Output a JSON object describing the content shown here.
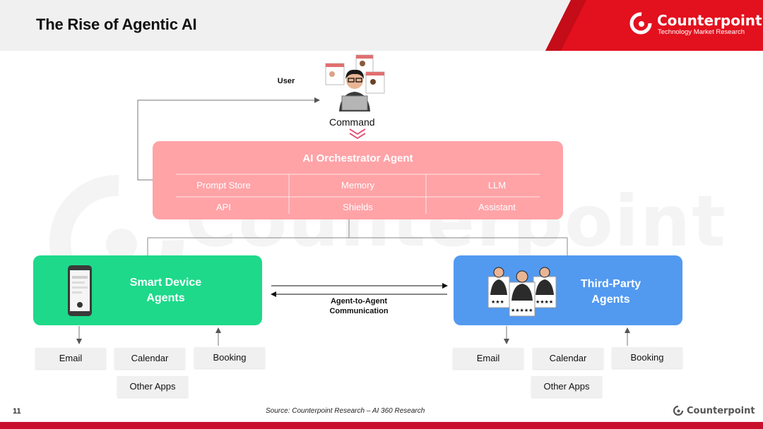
{
  "header": {
    "title": "The Rise of Agentic AI",
    "brand_name": "Counterpoint",
    "brand_tagline": "Technology Market Research",
    "brand_color": "#e3101e"
  },
  "watermark_text": "Counterpoint",
  "user_label": "User",
  "command_label": "Command",
  "orchestrator": {
    "title": "AI Orchestrator Agent",
    "color": "#ffa3a7",
    "cells": [
      [
        "Prompt Store",
        "Memory",
        "LLM"
      ],
      [
        "API",
        "Shields",
        "Assistant"
      ]
    ]
  },
  "smart_device": {
    "label_line1": "Smart Device",
    "label_line2": "Agents",
    "color": "#1ed98a",
    "apps": [
      "Email",
      "Calendar",
      "Booking",
      "Other Apps"
    ]
  },
  "third_party": {
    "label_line1": "Third-Party",
    "label_line2": "Agents",
    "color": "#5299f0",
    "apps": [
      "Email",
      "Calendar",
      "Booking",
      "Other Apps"
    ]
  },
  "a2a": {
    "line1": "Agent-to-Agent",
    "line2": "Communication"
  },
  "footer": {
    "page_number": "11",
    "source": "Source: Counterpoint Research – AI 360 Research",
    "brand_name": "Counterpoint"
  }
}
